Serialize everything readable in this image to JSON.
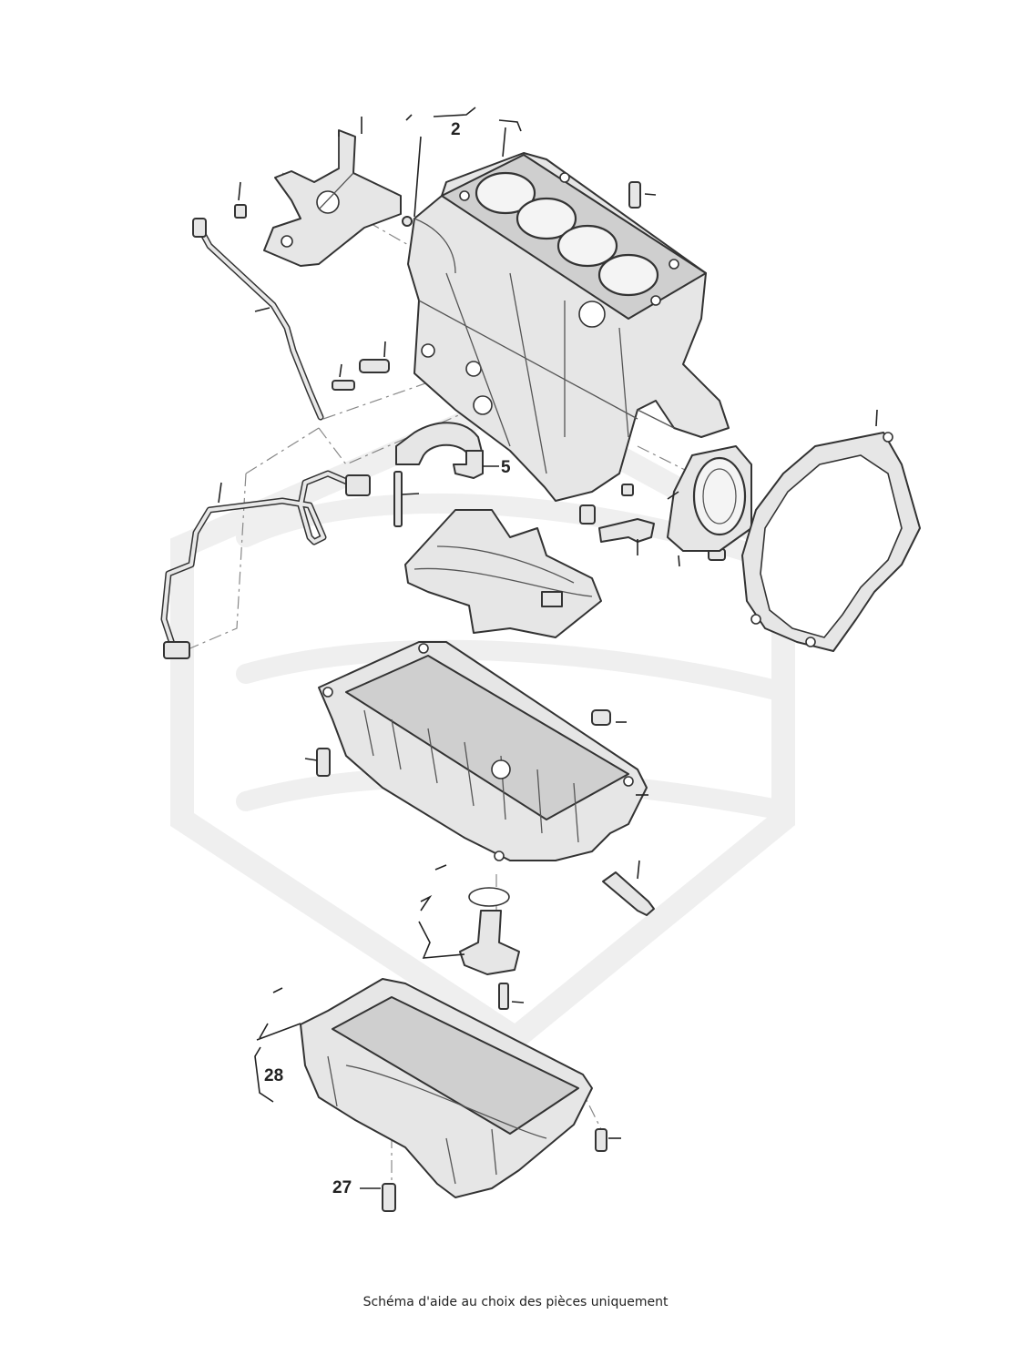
{
  "diagram": {
    "callouts": [
      {
        "id": "c2",
        "label": "2"
      },
      {
        "id": "c5",
        "label": "5"
      },
      {
        "id": "c27",
        "label": "27"
      },
      {
        "id": "c28",
        "label": "28"
      }
    ],
    "caption": "Schéma d'aide au choix des pièces uniquement"
  },
  "colors": {
    "stroke": "#333333",
    "part_fill": "#e6e6e6",
    "watermark": "#efefef"
  }
}
